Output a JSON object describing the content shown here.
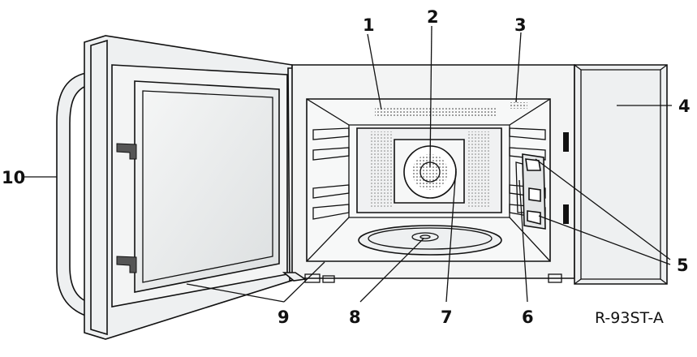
{
  "labels": [
    {
      "id": "1",
      "text": "1"
    },
    {
      "id": "2",
      "text": "2"
    },
    {
      "id": "3",
      "text": "3"
    },
    {
      "id": "4",
      "text": "4"
    },
    {
      "id": "5",
      "text": "5"
    },
    {
      "id": "6",
      "text": "6"
    },
    {
      "id": "7",
      "text": "7"
    },
    {
      "id": "8",
      "text": "8"
    },
    {
      "id": "9",
      "text": "9"
    },
    {
      "id": "10",
      "text": "10"
    }
  ],
  "model_code": "R-93ST-A",
  "colors": {
    "outline": "#111111",
    "panel_fill": "#eef0f1",
    "cavity_fill": "#f7f8f8",
    "window_fill": "#e4e6e7",
    "hinge_fill": "#555555"
  }
}
